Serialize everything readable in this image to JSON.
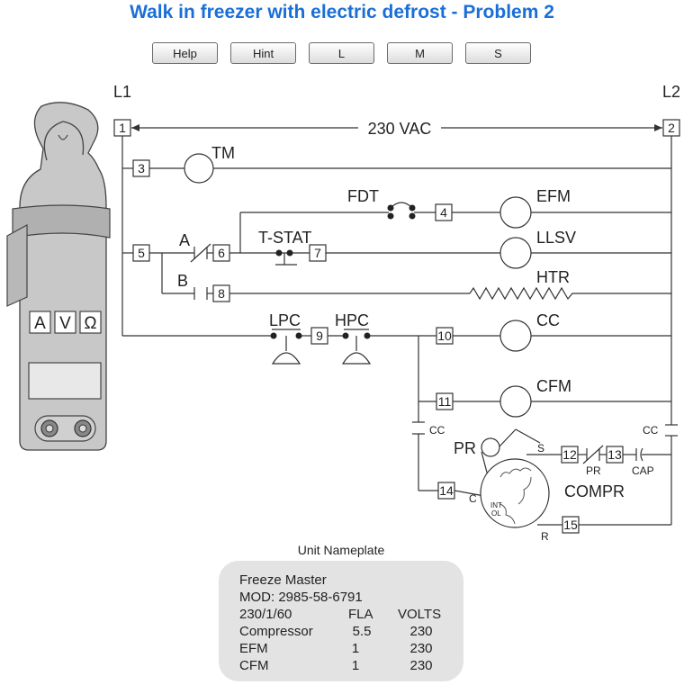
{
  "title": "Walk in freezer with electric defrost - Problem 2",
  "buttons": [
    "Help",
    "Hint",
    "L",
    "M",
    "S"
  ],
  "meter": {
    "modes": [
      "A",
      "V",
      "Ω"
    ],
    "body_color": "#c8c8c8",
    "display_color": "#e8e8e8"
  },
  "rails": {
    "left": "L1",
    "right": "L2",
    "voltage": "230 VAC"
  },
  "terminals": [
    "1",
    "2",
    "3",
    "4",
    "5",
    "6",
    "7",
    "8",
    "9",
    "10",
    "11",
    "12",
    "13",
    "14",
    "15"
  ],
  "components": {
    "tm": "TM",
    "fdt": "FDT",
    "efm": "EFM",
    "a": "A",
    "tstat": "T-STAT",
    "llsv": "LLSV",
    "b": "B",
    "htr": "HTR",
    "lpc": "LPC",
    "hpc": "HPC",
    "cc": "CC",
    "cfm": "CFM",
    "cc_contact_left": "CC",
    "cc_contact_right": "CC",
    "pr": "PR",
    "pr_contact": "PR",
    "cap": "CAP",
    "compr": "COMPR",
    "s": "S",
    "c": "C",
    "r": "R",
    "int": "INT",
    "ol": "OL"
  },
  "nameplate": {
    "caption": "Unit Nameplate",
    "brand": "Freeze Master",
    "model": "MOD: 2985-58-6791",
    "supply": "230/1/60",
    "col_fla": "FLA",
    "col_volts": "VOLTS",
    "rows": [
      {
        "name": "Compressor",
        "fla": "5.5",
        "volts": "230"
      },
      {
        "name": "EFM",
        "fla": "1",
        "volts": "230"
      },
      {
        "name": "CFM",
        "fla": "1",
        "volts": "230"
      }
    ]
  }
}
